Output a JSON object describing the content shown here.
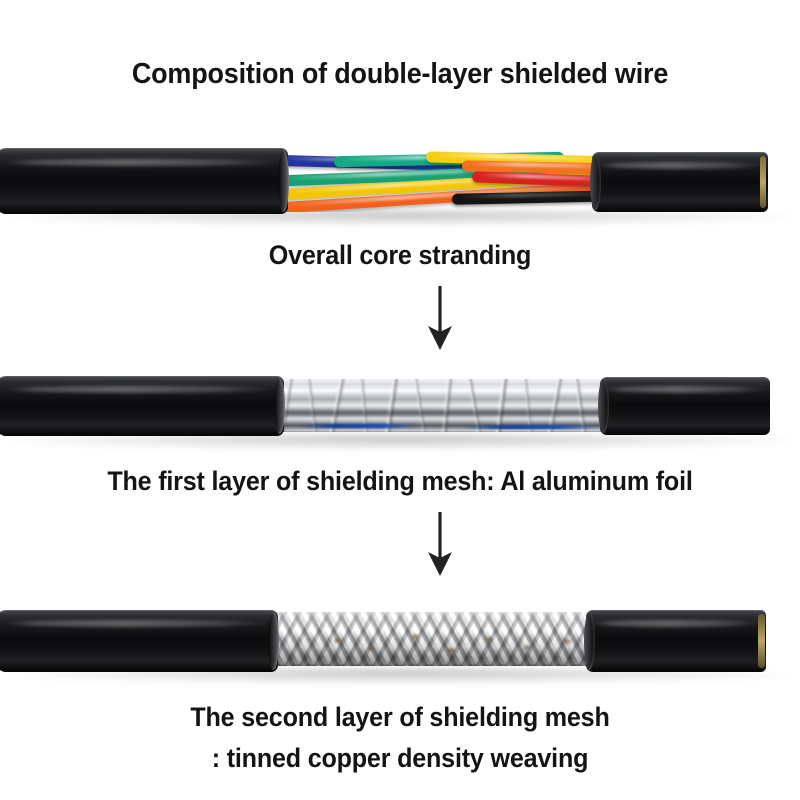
{
  "page": {
    "title": "Composition of double-layer shielded wire",
    "background_color": "#ffffff",
    "text_color": "#141414"
  },
  "steps": [
    {
      "id": "step-1",
      "caption": "Overall core stranding",
      "image_alt": "shielded cable with outer jacket stripped exposing stranded colored cores",
      "cable": {
        "jacket_color": "#0b0b0d",
        "cores": [
          {
            "name": "blue",
            "color": "#20349c"
          },
          {
            "name": "green",
            "color": "#17a172"
          },
          {
            "name": "teal",
            "color": "#12a985"
          },
          {
            "name": "yellow",
            "color": "#f4c500"
          },
          {
            "name": "orange",
            "color": "#f2601b"
          },
          {
            "name": "red",
            "color": "#d8201f"
          },
          {
            "name": "black",
            "color": "#131314"
          }
        ]
      }
    },
    {
      "id": "step-2",
      "caption": "The first layer of shielding mesh: Al aluminum foil",
      "image_alt": "cable with silver aluminum foil shielding exposed",
      "cable": {
        "jacket_color": "#0b0b0d",
        "shield_color": "#c9ccd1",
        "shield_name": "aluminum-foil"
      }
    },
    {
      "id": "step-3",
      "caption_line_1": "The second layer of shielding mesh",
      "caption_line_2": ": tinned copper density weaving",
      "image_alt": "cable with braided tinned copper shielding exposed",
      "cable": {
        "jacket_color": "#0b0b0d",
        "shield_color": "#d5d6d8",
        "shield_name": "tinned-copper-braid"
      }
    }
  ],
  "arrows": {
    "icon": "arrow-down-icon",
    "color": "#222222",
    "count": 2
  }
}
